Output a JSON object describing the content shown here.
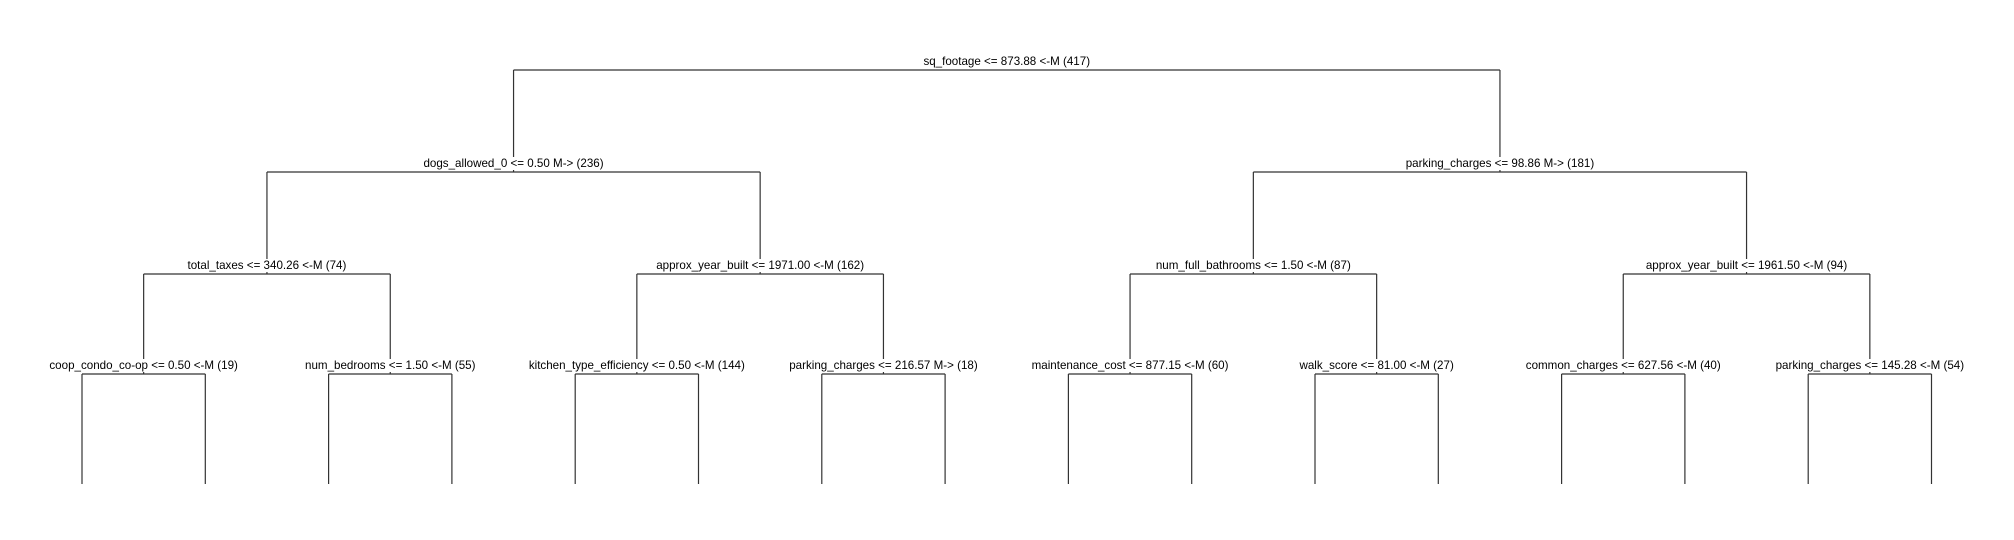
{
  "tree": {
    "nodes": [
      {
        "id": "root",
        "label": "sq_footage <= 873.88 <-M (417)",
        "children": [
          "l",
          "r"
        ]
      },
      {
        "id": "l",
        "label": "dogs_allowed_0 <= 0.50 M-> (236)",
        "children": [
          "ll",
          "lr"
        ]
      },
      {
        "id": "r",
        "label": "parking_charges <= 98.86 M-> (181)",
        "children": [
          "rl",
          "rr"
        ]
      },
      {
        "id": "ll",
        "label": "total_taxes <= 340.26 <-M (74)",
        "children": [
          "lll",
          "llr"
        ]
      },
      {
        "id": "lr",
        "label": "approx_year_built <= 1971.00 <-M (162)",
        "children": [
          "lrl",
          "lrr"
        ]
      },
      {
        "id": "rl",
        "label": "num_full_bathrooms <= 1.50 <-M (87)",
        "children": [
          "rll",
          "rlr"
        ]
      },
      {
        "id": "rr",
        "label": "approx_year_built <= 1961.50 <-M (94)",
        "children": [
          "rrl",
          "rrr"
        ]
      },
      {
        "id": "lll",
        "label": "coop_condo_co-op <= 0.50 <-M (19)",
        "children": []
      },
      {
        "id": "llr",
        "label": "num_bedrooms <= 1.50 <-M (55)",
        "children": []
      },
      {
        "id": "lrl",
        "label": "kitchen_type_efficiency <= 0.50 <-M (144)",
        "children": []
      },
      {
        "id": "lrr",
        "label": "parking_charges <= 216.57 M-> (18)",
        "children": []
      },
      {
        "id": "rll",
        "label": "maintenance_cost <= 877.15 <-M (60)",
        "children": []
      },
      {
        "id": "rlr",
        "label": "walk_score <= 81.00 <-M (27)",
        "children": []
      },
      {
        "id": "rrl",
        "label": "common_charges <= 627.56 <-M (40)",
        "children": []
      },
      {
        "id": "rrr",
        "label": "parking_charges <= 145.28 <-M (54)",
        "children": []
      }
    ],
    "truncated_leaf_branches": true
  }
}
